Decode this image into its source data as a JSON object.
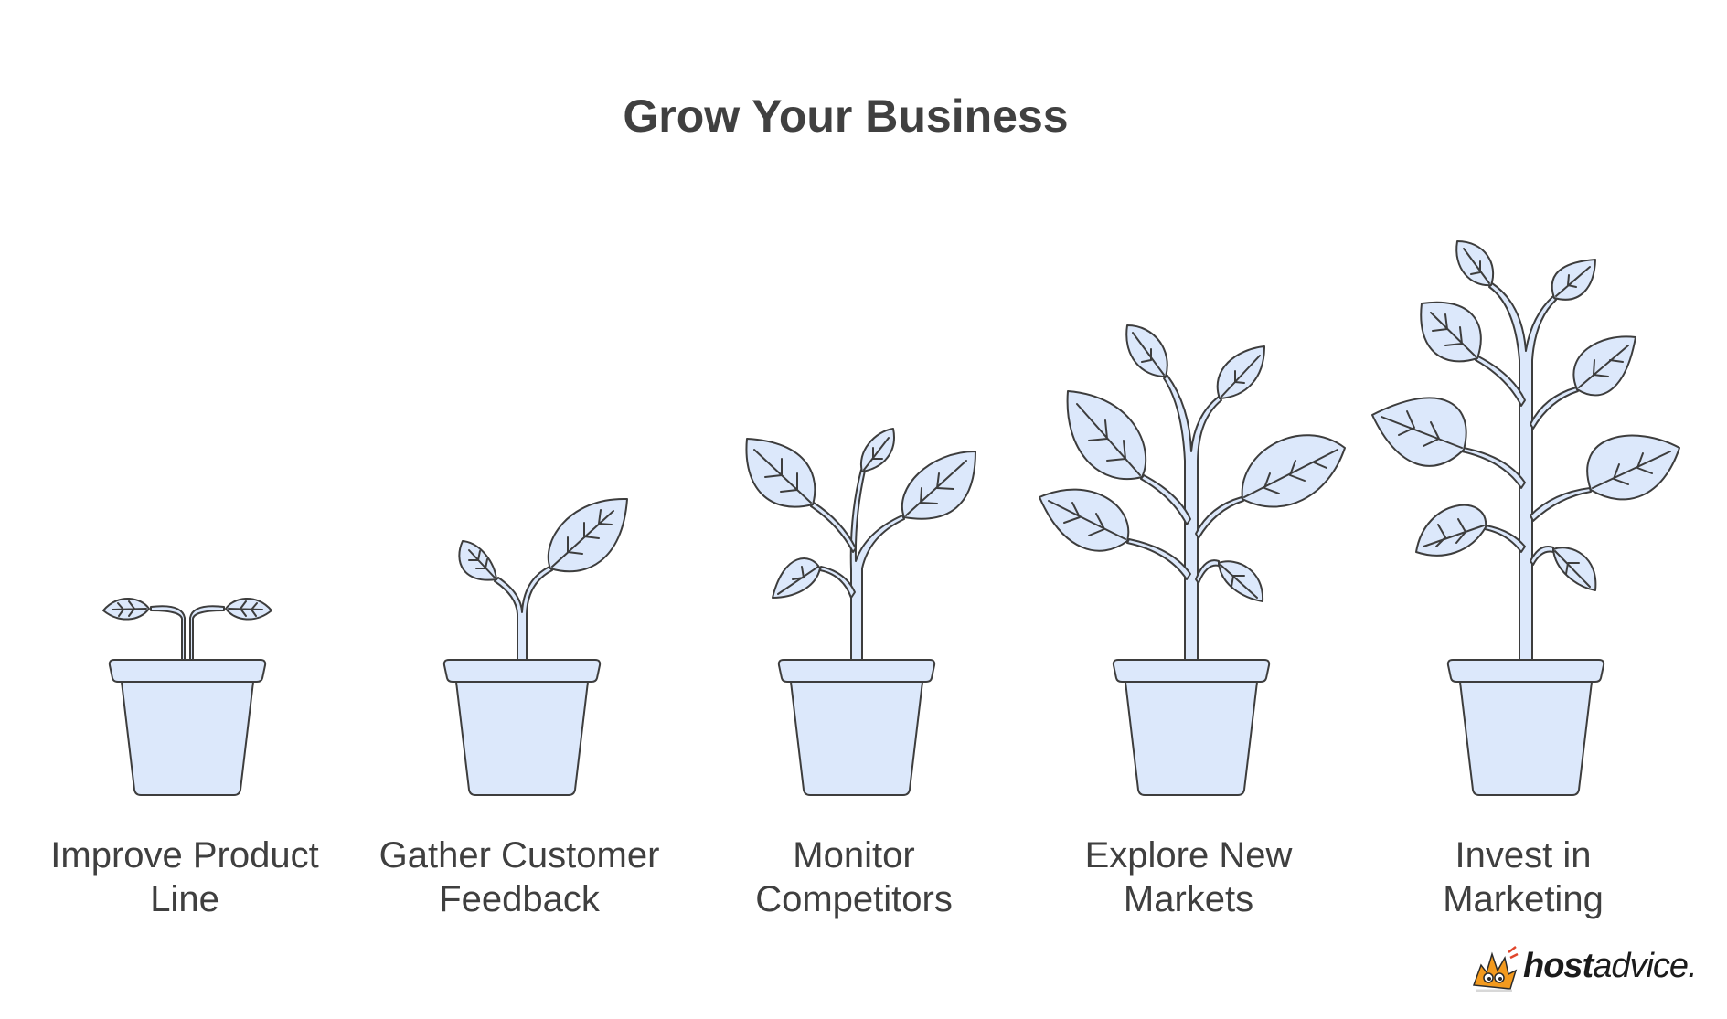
{
  "title": "Grow Your Business",
  "steps": [
    {
      "line1": "Improve Product",
      "line2": "Line"
    },
    {
      "line1": "Gather Customer",
      "line2": "Feedback"
    },
    {
      "line1": "Monitor",
      "line2": "Competitors"
    },
    {
      "line1": "Explore New",
      "line2": "Markets"
    },
    {
      "line1": "Invest in",
      "line2": "Marketing"
    }
  ],
  "logo": {
    "bold": "host",
    "regular": "advice."
  },
  "colors": {
    "fill": "#dce8fb",
    "stroke": "#3d3d3d",
    "text": "#3f3f3f"
  },
  "icons": [
    "seedling-pot-icon",
    "sprout-pot-icon",
    "young-plant-pot-icon",
    "growing-plant-pot-icon",
    "mature-plant-pot-icon",
    "hostadvice-logo-icon"
  ]
}
